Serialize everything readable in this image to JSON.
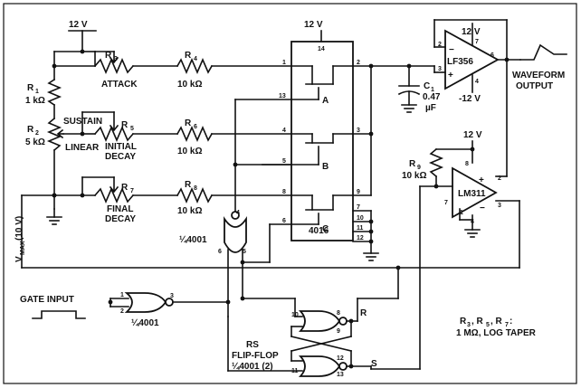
{
  "supplies": {
    "v12_left": "12 V",
    "v12_chip": "12 V",
    "v12_opamp": "12 V",
    "v12_comp": "12 V",
    "vneg_opamp": "-12 V"
  },
  "chips": {
    "switch": "4016",
    "opamp": "LF356",
    "comparator": "LM311"
  },
  "switch_labels": [
    "A",
    "B",
    "C"
  ],
  "resistors": {
    "r1": "R",
    "r1_sub": "1",
    "r1_val": "1 kΩ",
    "r2": "R",
    "r2_sub": "2",
    "r2_val": "5 kΩ",
    "r3": "R",
    "r3_sub": "3",
    "r4": "R",
    "r4_sub": "4",
    "r4_val": "10 kΩ",
    "r5": "R",
    "r5_sub": "5",
    "r6": "R",
    "r6_sub": "6",
    "r6_val": "10 kΩ",
    "r7": "R",
    "r7_sub": "7",
    "r8": "R",
    "r8_sub": "8",
    "r8_val": "10 kΩ",
    "r9": "R",
    "r9_sub": "9",
    "r9_val": "10 kΩ"
  },
  "capacitor": {
    "name": "C",
    "sub": "1",
    "value": "0.47",
    "unit": "µF"
  },
  "pot_labels": {
    "attack": "ATTACK",
    "initial": "INITIAL",
    "decay1": "DECAY",
    "final": "FINAL",
    "decay2": "DECAY",
    "sustain": "SUSTAIN",
    "linear": "LINEAR"
  },
  "vmax": {
    "text": "V",
    "sub": "MAX",
    "rest": " (10 V)"
  },
  "output_label": [
    "WAVEFORM",
    "OUTPUT"
  ],
  "gate_input": "GATE INPUT",
  "gates": {
    "g1": "¼4001",
    "g2": "¼4001",
    "ff": "¼4001 (2)"
  },
  "flipflop": [
    "RS",
    "FLIP-FLOP"
  ],
  "rs_labels": {
    "r": "R",
    "s": "S"
  },
  "note": [
    "R",
    "3",
    ", R",
    "5",
    ", R",
    "7",
    " :",
    "1 MΩ, LOG TAPER"
  ],
  "pins": {
    "chip_top": "14",
    "chip_left": [
      "1",
      "13",
      "4",
      "5",
      "8",
      "6"
    ],
    "chip_right": [
      "2",
      "3",
      "9",
      "7",
      "10",
      "11",
      "12"
    ],
    "opamp": [
      "2",
      "3",
      "7",
      "4",
      "6"
    ],
    "comp": [
      "8",
      "2",
      "3",
      "7",
      "1",
      "4"
    ],
    "nor_top": [
      "4",
      "6",
      "5"
    ],
    "nor_gate": [
      "1",
      "2",
      "3"
    ],
    "ff": [
      "10",
      "8",
      "9",
      "11",
      "12",
      "13"
    ]
  }
}
